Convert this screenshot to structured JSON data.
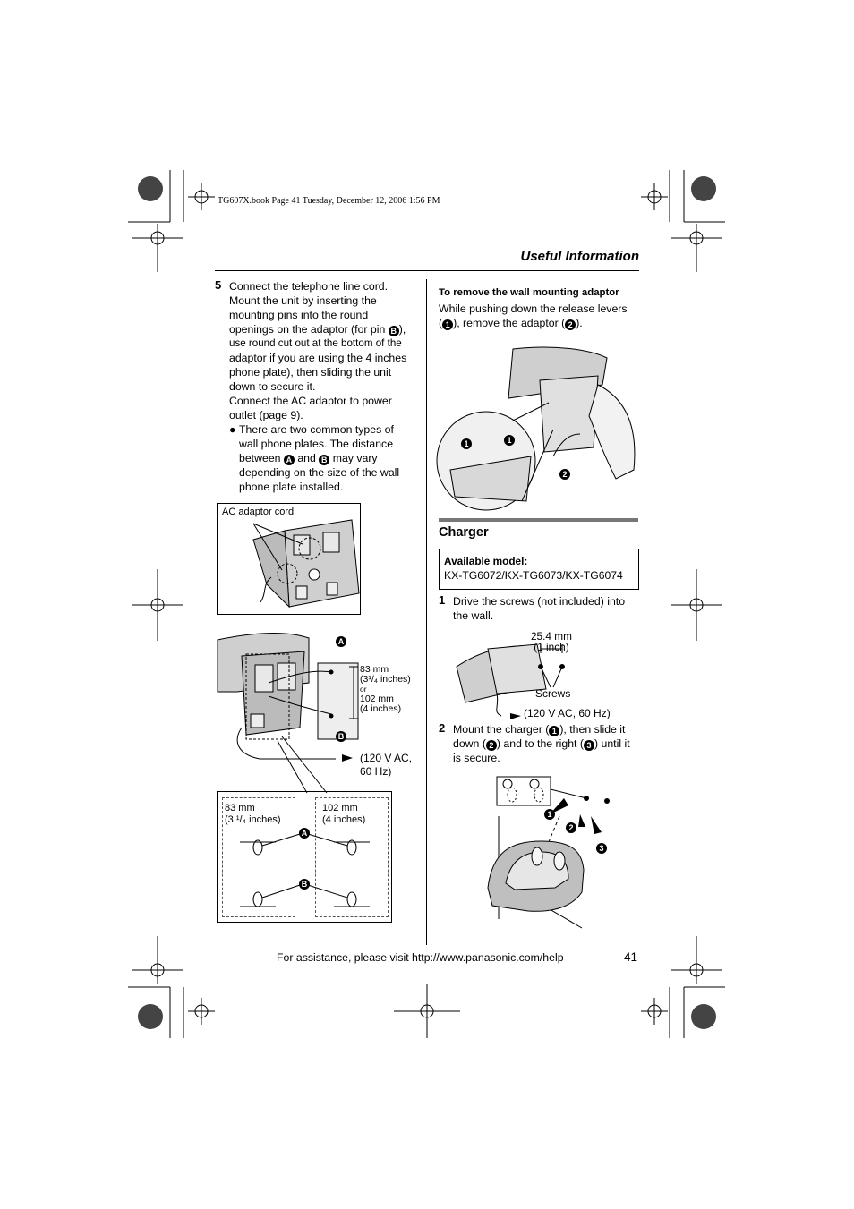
{
  "print_header": "TG607X.book  Page 41  Tuesday, December 12, 2006  1:56 PM",
  "section_title": "Useful Information",
  "step5": {
    "num": "5",
    "line1": "Connect the telephone line cord.",
    "line2": "Mount the unit by inserting the",
    "line3": "mounting pins into the round",
    "line4a": "openings on the adaptor (for pin ",
    "line4b": "),",
    "line5": "use round cut out at the bottom of the",
    "line6": "adaptor if you are using the 4 inches",
    "line7": "phone plate), then sliding the unit",
    "line8": "down to secure it.",
    "line9": "Connect the AC adaptor to power",
    "line10": "outlet (page 9).",
    "bullet1": "There are two common types of",
    "bullet2": "wall phone plates. The distance",
    "bullet3a": "between ",
    "bullet3b": " and ",
    "bullet3c": " may vary",
    "bullet4": "depending on the size of the wall",
    "bullet5": "phone plate installed."
  },
  "markers": {
    "a": "A",
    "b": "B",
    "n1": "1",
    "n2": "2",
    "n3": "3"
  },
  "fig1": {
    "label": "AC adaptor cord"
  },
  "fig2": {
    "dim_83": "83 mm",
    "dim_83_in": "(3¹/₄ inches)",
    "or": "or",
    "dim_102": "102 mm",
    "dim_102_in": "(4 inches)",
    "power1": "(120 V AC,",
    "power2": "60 Hz)"
  },
  "fig3": {
    "left_mm": "83 mm",
    "left_in": "(3 ¹/₄ inches)",
    "right_mm": "102 mm",
    "right_in": "(4 inches)"
  },
  "remove": {
    "heading": "To remove the wall mounting adaptor",
    "line1": "While pushing down the release levers",
    "line2a": "(",
    "line2b": "), remove the adaptor (",
    "line2c": ")."
  },
  "charger": {
    "title": "Charger",
    "avail_label": "Available model:",
    "avail_models": "KX-TG6072/KX-TG6073/KX-TG6074",
    "step1_num": "1",
    "step1_line1": "Drive the screws (not included) into",
    "step1_line2": "the wall.",
    "dim_mm": "25.4 mm",
    "dim_in": "(1 inch)",
    "screws": "Screws",
    "power": "(120 V AC, 60 Hz)",
    "step2_num": "2",
    "step2_line1a": "Mount the charger (",
    "step2_line1b": "), then slide it",
    "step2_line2a": "down (",
    "step2_line2b": ") and to the right (",
    "step2_line2c": ") until it",
    "step2_line3": "is secure."
  },
  "footer": {
    "assist": "For assistance, please visit http://www.panasonic.com/help",
    "page": "41"
  },
  "colors": {
    "text": "#000000",
    "rule": "#000000",
    "charger_bar": "#777777"
  }
}
